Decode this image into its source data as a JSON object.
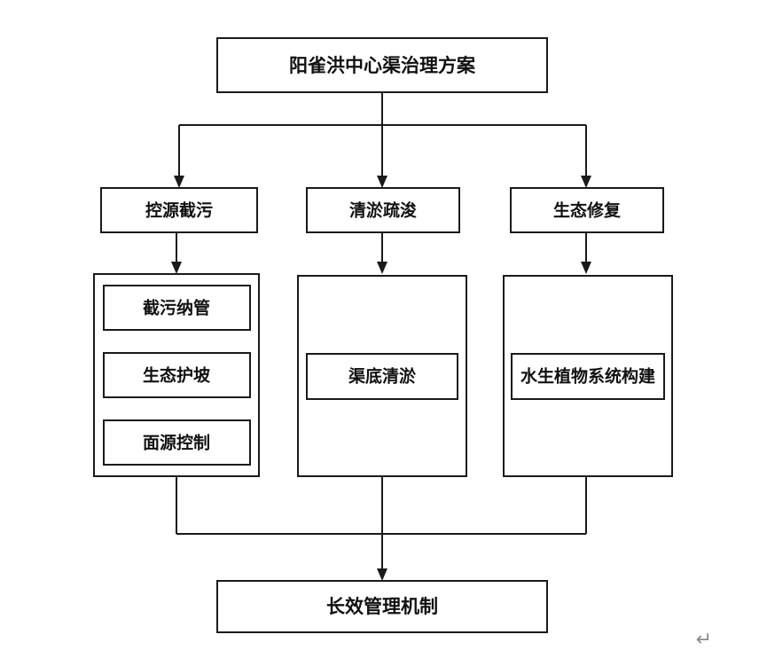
{
  "document": {
    "type": "flowchart-diagram",
    "background_color": "#ffffff",
    "line_color": "#1a1a1a",
    "text_color": "#111111",
    "paragraph_mark": "↵"
  },
  "chart_data": {
    "type": "diagram",
    "title": "阳雀洪中心渠治理方案",
    "orientation": "top-down tree",
    "levels": [
      {
        "level": 1,
        "nodes": [
          {
            "id": "root",
            "label": "阳雀洪中心渠治理方案"
          }
        ]
      },
      {
        "level": 2,
        "nodes": [
          {
            "id": "branch-1",
            "label": "控源截污"
          },
          {
            "id": "branch-2",
            "label": "清淤疏浚"
          },
          {
            "id": "branch-3",
            "label": "生态修复"
          }
        ]
      },
      {
        "level": 3,
        "groups": [
          {
            "id": "group-1",
            "parent": "branch-1",
            "items": [
              "截污纳管",
              "生态护坡",
              "面源控制"
            ]
          },
          {
            "id": "group-2",
            "parent": "branch-2",
            "items": [
              "渠底清淤"
            ]
          },
          {
            "id": "group-3",
            "parent": "branch-3",
            "items": [
              "水生植物系统构建"
            ]
          }
        ]
      },
      {
        "level": 4,
        "nodes": [
          {
            "id": "footer",
            "label": "长效管理机制"
          }
        ]
      }
    ],
    "edges": [
      {
        "from": "root",
        "to": "branch-1"
      },
      {
        "from": "root",
        "to": "branch-2"
      },
      {
        "from": "root",
        "to": "branch-3"
      },
      {
        "from": "branch-1",
        "to": "group-1"
      },
      {
        "from": "branch-2",
        "to": "group-2"
      },
      {
        "from": "branch-3",
        "to": "group-3"
      },
      {
        "from": "group-1",
        "to": "footer"
      },
      {
        "from": "group-2",
        "to": "footer"
      },
      {
        "from": "group-3",
        "to": "footer"
      }
    ]
  },
  "nodes": {
    "root": {
      "label": "阳雀洪中心渠治理方案"
    },
    "branch_1": {
      "label": "控源截污"
    },
    "branch_2": {
      "label": "清淤疏浚"
    },
    "branch_3": {
      "label": "生态修复"
    },
    "group_1_item_1": {
      "label": "截污纳管"
    },
    "group_1_item_2": {
      "label": "生态护坡"
    },
    "group_1_item_3": {
      "label": "面源控制"
    },
    "group_2_item_1": {
      "label": "渠底清淤"
    },
    "group_3_item_1": {
      "label": "水生植物系统构建"
    },
    "footer": {
      "label": "长效管理机制"
    }
  }
}
